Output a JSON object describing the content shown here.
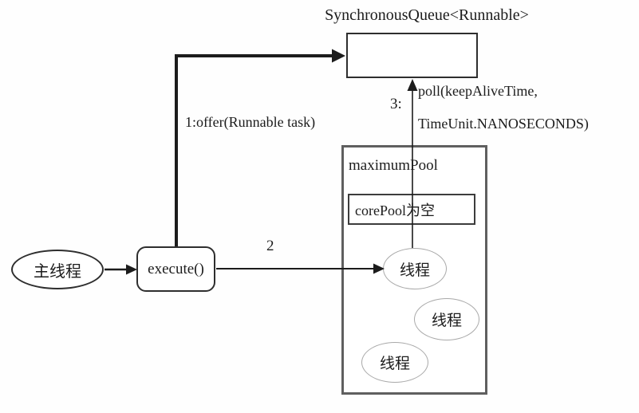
{
  "diagram": {
    "queue": {
      "title": "SynchronousQueue<Runnable>"
    },
    "main_thread": {
      "label": "主线程"
    },
    "execute_box": {
      "label": "execute()"
    },
    "maximum_pool": {
      "title": "maximumPool",
      "core_pool": {
        "label": "corePool为空"
      },
      "threads": [
        {
          "label": "线程"
        },
        {
          "label": "线程"
        },
        {
          "label": "线程"
        }
      ]
    },
    "arrows": {
      "offer_label": "1:offer(Runnable task)",
      "step2_label": "2",
      "step3_label": "3:",
      "poll_label_line1": "poll(keepAliveTime,",
      "poll_label_line2": "TimeUnit.NANOSECONDS)"
    },
    "colors": {
      "arrow": "#1c1c1c",
      "box_border": "#2e2e2e",
      "pool_border": "#5f5f5f",
      "thread_border": "#a9a9a9",
      "text": "#1c1c1c",
      "background": "#fefefe"
    }
  }
}
